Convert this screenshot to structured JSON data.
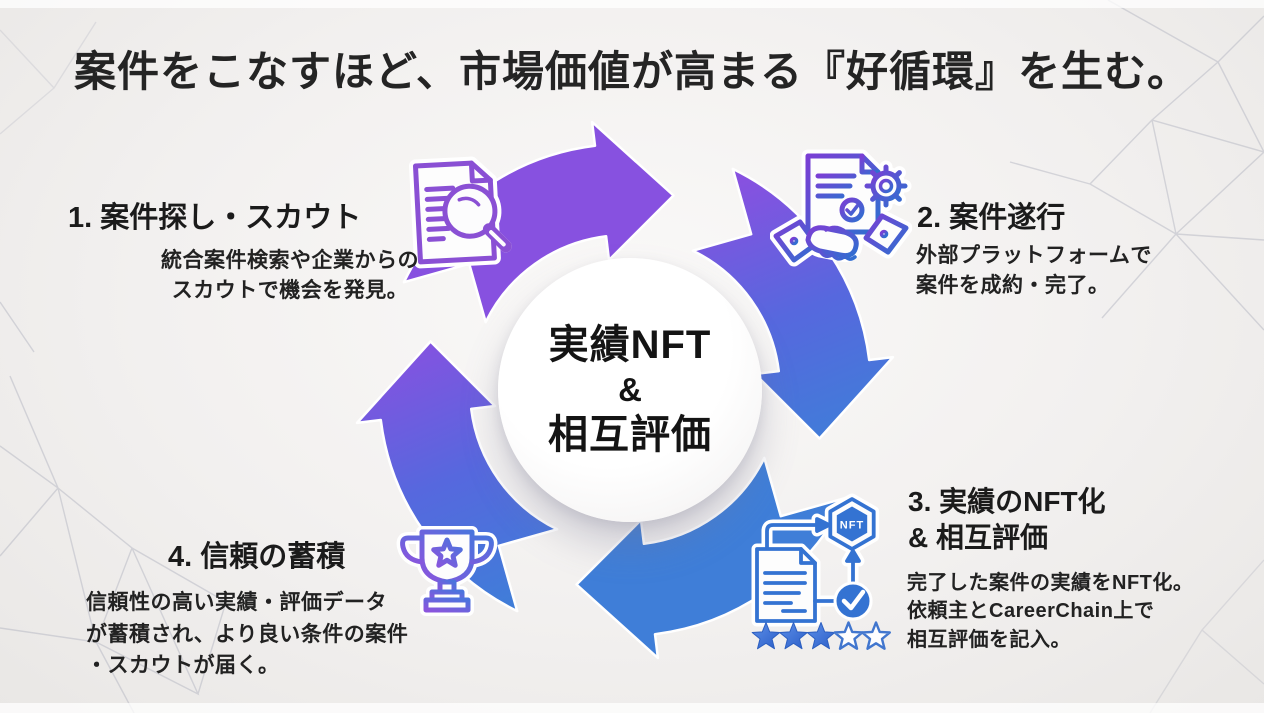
{
  "title": "案件をこなすほど、市場価値が高まる『好循環』を生む。",
  "center": {
    "line1": "実績NFT",
    "line2": "&",
    "line3": "相互評価"
  },
  "steps": [
    {
      "heading_lines": [
        "1. 案件探し・スカウト"
      ],
      "desc_lines": [
        "統合案件検索や企業からの",
        "スカウトで機会を発見。"
      ],
      "icon": "document-search-icon"
    },
    {
      "heading_lines": [
        "2. 案件遂行"
      ],
      "desc_lines": [
        "外部プラットフォームで",
        "案件を成約・完了。"
      ],
      "icon": "handshake-contract-icon"
    },
    {
      "heading_lines": [
        "3. 実績のNFT化",
        "& 相互評価"
      ],
      "desc_lines": [
        "完了した案件の実績をNFT化。",
        "依頼主とCareerChain上で",
        "相互評価を記入。"
      ],
      "icon": "nft-certificate-icon"
    },
    {
      "heading_lines": [
        "4. 信頼の蓄積"
      ],
      "desc_lines": [
        "信頼性の高い実績・評価データ",
        "が蓄積され、より良い条件の案件",
        "・スカウトが届く。"
      ],
      "icon": "trophy-icon"
    }
  ],
  "nft_badge": "NFT",
  "rating": {
    "filled_stars": 3,
    "total_stars": 5
  },
  "colors": {
    "arrow_purple": "#8751e0",
    "arrow_blue": "#3f7ed8",
    "arrow_mid": "#5668de",
    "icon_purple": "#8a50d4",
    "icon_blue": "#3473d2",
    "star_filled_light": "#5d8fe8",
    "star_filled_dark": "#2b5ec8",
    "star_outline": "#4176ce"
  }
}
